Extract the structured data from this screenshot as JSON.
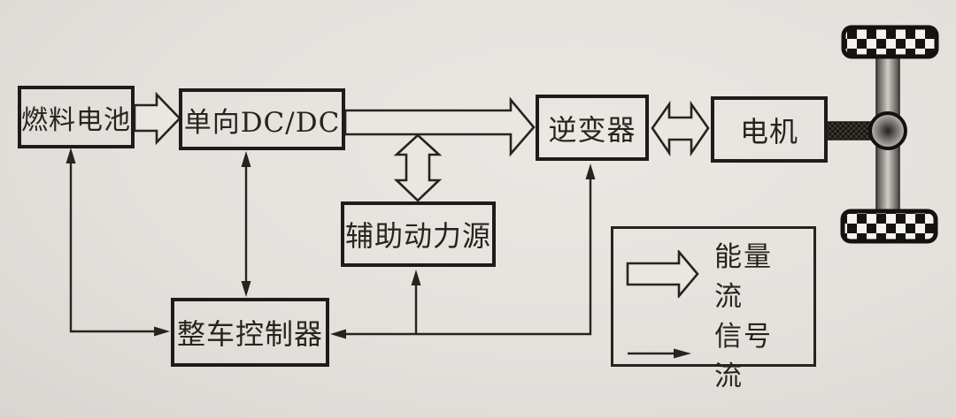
{
  "diagram": {
    "type": "block-diagram",
    "subject": "fuel-cell vehicle powertrain",
    "blocks": {
      "fuel_cell": "燃料电池",
      "dcdc": "单向DC/DC",
      "inverter": "逆变器",
      "motor": "电机",
      "aux_power": "辅助动力源",
      "vcu": "整车控制器"
    },
    "legend": {
      "energy_flow": "能量流",
      "signal_flow": "信号流"
    },
    "connections": [
      {
        "from": "fuel_cell",
        "to": "dcdc",
        "kind": "energy"
      },
      {
        "from": "dcdc",
        "to": "inverter",
        "kind": "energy"
      },
      {
        "from": "inverter",
        "to": "motor",
        "kind": "energy",
        "bidirectional": true
      },
      {
        "from": "dcdc_bus",
        "to": "aux_power",
        "kind": "energy",
        "bidirectional": true
      },
      {
        "from": "vcu",
        "to": "fuel_cell",
        "kind": "signal",
        "bidirectional": true
      },
      {
        "from": "vcu",
        "to": "dcdc",
        "kind": "signal",
        "bidirectional": true
      },
      {
        "from": "vcu",
        "to": "aux_power",
        "kind": "signal"
      },
      {
        "from": "vcu",
        "to": "inverter",
        "kind": "signal"
      }
    ],
    "colors": {
      "paper": "#e4e2dd",
      "line": "#26241f",
      "box_border": "#1e1c1a",
      "arrow_fill": "#e9e7e2"
    }
  }
}
